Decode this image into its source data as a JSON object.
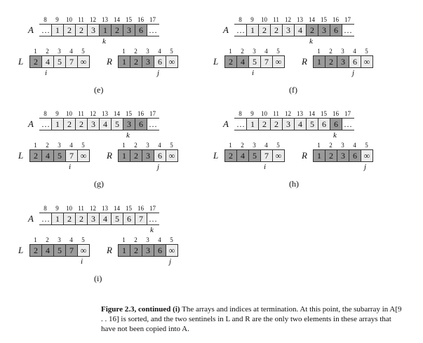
{
  "panels": [
    {
      "id": "e",
      "sublabel": "(e)",
      "A": {
        "label": "A",
        "indices": [
          "8",
          "9",
          "10",
          "11",
          "12",
          "13",
          "14",
          "15",
          "16",
          "17"
        ],
        "cells": [
          "1",
          "2",
          "2",
          "3",
          "1",
          "2",
          "3",
          "6"
        ],
        "shades": [
          "light",
          "light",
          "light",
          "light",
          "dark",
          "dark",
          "dark",
          "dark"
        ],
        "pointer": "k",
        "pointer_cell": 5
      },
      "L": {
        "label": "L",
        "indices": [
          "1",
          "2",
          "3",
          "4",
          "5"
        ],
        "cells": [
          "2",
          "4",
          "5",
          "7",
          "∞"
        ],
        "shades": [
          "dark",
          "light",
          "light",
          "light",
          "light"
        ],
        "pointer": "i",
        "pointer_cell": 1
      },
      "R": {
        "label": "R",
        "indices": [
          "1",
          "2",
          "3",
          "4",
          "5"
        ],
        "cells": [
          "1",
          "2",
          "3",
          "6",
          "∞"
        ],
        "shades": [
          "dark",
          "dark",
          "dark",
          "light",
          "light"
        ],
        "pointer": "j",
        "pointer_cell": 3
      }
    },
    {
      "id": "f",
      "sublabel": "(f)",
      "A": {
        "label": "A",
        "indices": [
          "8",
          "9",
          "10",
          "11",
          "12",
          "13",
          "14",
          "15",
          "16",
          "17"
        ],
        "cells": [
          "1",
          "2",
          "2",
          "3",
          "4",
          "2",
          "3",
          "6"
        ],
        "shades": [
          "light",
          "light",
          "light",
          "light",
          "light",
          "dark",
          "dark",
          "dark"
        ],
        "pointer": "k",
        "pointer_cell": 6
      },
      "L": {
        "label": "L",
        "indices": [
          "1",
          "2",
          "3",
          "4",
          "5"
        ],
        "cells": [
          "2",
          "4",
          "5",
          "7",
          "∞"
        ],
        "shades": [
          "dark",
          "dark",
          "light",
          "light",
          "light"
        ],
        "pointer": "i",
        "pointer_cell": 2
      },
      "R": {
        "label": "R",
        "indices": [
          "1",
          "2",
          "3",
          "4",
          "5"
        ],
        "cells": [
          "1",
          "2",
          "3",
          "6",
          "∞"
        ],
        "shades": [
          "dark",
          "dark",
          "dark",
          "light",
          "light"
        ],
        "pointer": "j",
        "pointer_cell": 3
      }
    },
    {
      "id": "g",
      "sublabel": "(g)",
      "A": {
        "label": "A",
        "indices": [
          "8",
          "9",
          "10",
          "11",
          "12",
          "13",
          "14",
          "15",
          "16",
          "17"
        ],
        "cells": [
          "1",
          "2",
          "2",
          "3",
          "4",
          "5",
          "3",
          "6"
        ],
        "shades": [
          "light",
          "light",
          "light",
          "light",
          "light",
          "light",
          "dark",
          "dark"
        ],
        "pointer": "k",
        "pointer_cell": 7
      },
      "L": {
        "label": "L",
        "indices": [
          "1",
          "2",
          "3",
          "4",
          "5"
        ],
        "cells": [
          "2",
          "4",
          "5",
          "7",
          "∞"
        ],
        "shades": [
          "dark",
          "dark",
          "dark",
          "light",
          "light"
        ],
        "pointer": "i",
        "pointer_cell": 3
      },
      "R": {
        "label": "R",
        "indices": [
          "1",
          "2",
          "3",
          "4",
          "5"
        ],
        "cells": [
          "1",
          "2",
          "3",
          "6",
          "∞"
        ],
        "shades": [
          "dark",
          "dark",
          "dark",
          "light",
          "light"
        ],
        "pointer": "j",
        "pointer_cell": 3
      }
    },
    {
      "id": "h",
      "sublabel": "(h)",
      "A": {
        "label": "A",
        "indices": [
          "8",
          "9",
          "10",
          "11",
          "12",
          "13",
          "14",
          "15",
          "16",
          "17"
        ],
        "cells": [
          "1",
          "2",
          "2",
          "3",
          "4",
          "5",
          "6",
          "6"
        ],
        "shades": [
          "light",
          "light",
          "light",
          "light",
          "light",
          "light",
          "light",
          "dark"
        ],
        "pointer": "k",
        "pointer_cell": 8
      },
      "L": {
        "label": "L",
        "indices": [
          "1",
          "2",
          "3",
          "4",
          "5"
        ],
        "cells": [
          "2",
          "4",
          "5",
          "7",
          "∞"
        ],
        "shades": [
          "dark",
          "dark",
          "dark",
          "light",
          "light"
        ],
        "pointer": "i",
        "pointer_cell": 3
      },
      "R": {
        "label": "R",
        "indices": [
          "1",
          "2",
          "3",
          "4",
          "5"
        ],
        "cells": [
          "1",
          "2",
          "3",
          "6",
          "∞"
        ],
        "shades": [
          "dark",
          "dark",
          "dark",
          "dark",
          "light"
        ],
        "pointer": "j",
        "pointer_cell": 4
      }
    },
    {
      "id": "i",
      "sublabel": "(i)",
      "A": {
        "label": "A",
        "indices": [
          "8",
          "9",
          "10",
          "11",
          "12",
          "13",
          "14",
          "15",
          "16",
          "17"
        ],
        "cells": [
          "1",
          "2",
          "2",
          "3",
          "4",
          "5",
          "6",
          "7"
        ],
        "shades": [
          "light",
          "light",
          "light",
          "light",
          "light",
          "light",
          "light",
          "light"
        ],
        "pointer": "k",
        "pointer_cell": 9
      },
      "L": {
        "label": "L",
        "indices": [
          "1",
          "2",
          "3",
          "4",
          "5"
        ],
        "cells": [
          "2",
          "4",
          "5",
          "7",
          "∞"
        ],
        "shades": [
          "dark",
          "dark",
          "dark",
          "dark",
          "light"
        ],
        "pointer": "i",
        "pointer_cell": 4
      },
      "R": {
        "label": "R",
        "indices": [
          "1",
          "2",
          "3",
          "4",
          "5"
        ],
        "cells": [
          "1",
          "2",
          "3",
          "6",
          "∞"
        ],
        "shades": [
          "dark",
          "dark",
          "dark",
          "dark",
          "light"
        ],
        "pointer": "j",
        "pointer_cell": 4
      }
    }
  ],
  "ellipsis": "…",
  "colors": {
    "dark": "#9a9a9a",
    "light": "#ececec",
    "white": "#ffffff",
    "border": "#333333"
  },
  "caption": {
    "title": "Figure 2.3, continued",
    "sub": "(i)",
    "text": " The arrays and indices at termination. At this point, the subarray in A[9 . . 16] is sorted, and the two sentinels in L and R are the only two elements in these arrays that have not been copied into A."
  }
}
